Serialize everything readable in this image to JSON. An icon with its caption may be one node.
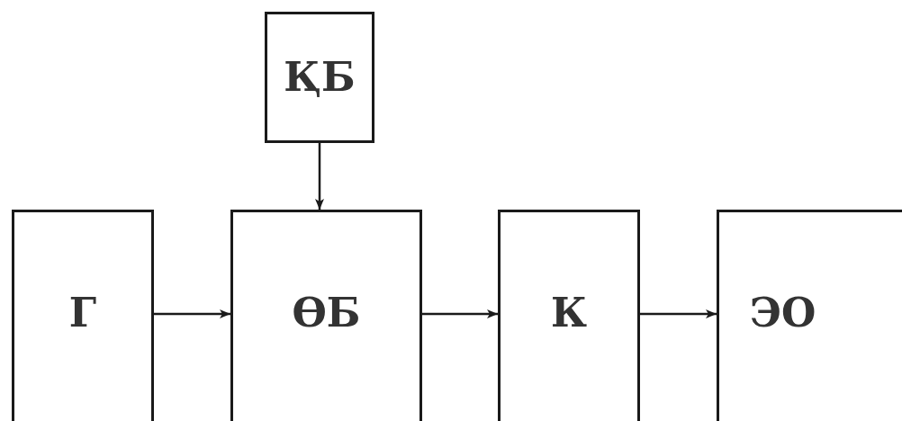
{
  "diagram": {
    "nodes": [
      {
        "text": [
          "ҚБ"
        ]
      },
      {
        "text": [
          "Г"
        ]
      },
      {
        "text": [
          "ӨБ"
        ]
      },
      {
        "text": [
          "К"
        ]
      },
      {
        "text": [
          "ЭО"
        ]
      }
    ],
    "edges": [
      {
        "from": 0,
        "to": 2,
        "arrow": "to"
      },
      {
        "from": 1,
        "to": 2,
        "arrow": "to"
      },
      {
        "from": 2,
        "to": 3,
        "arrow": "to"
      },
      {
        "from": 3,
        "to": 4,
        "arrow": "to"
      }
    ]
  }
}
